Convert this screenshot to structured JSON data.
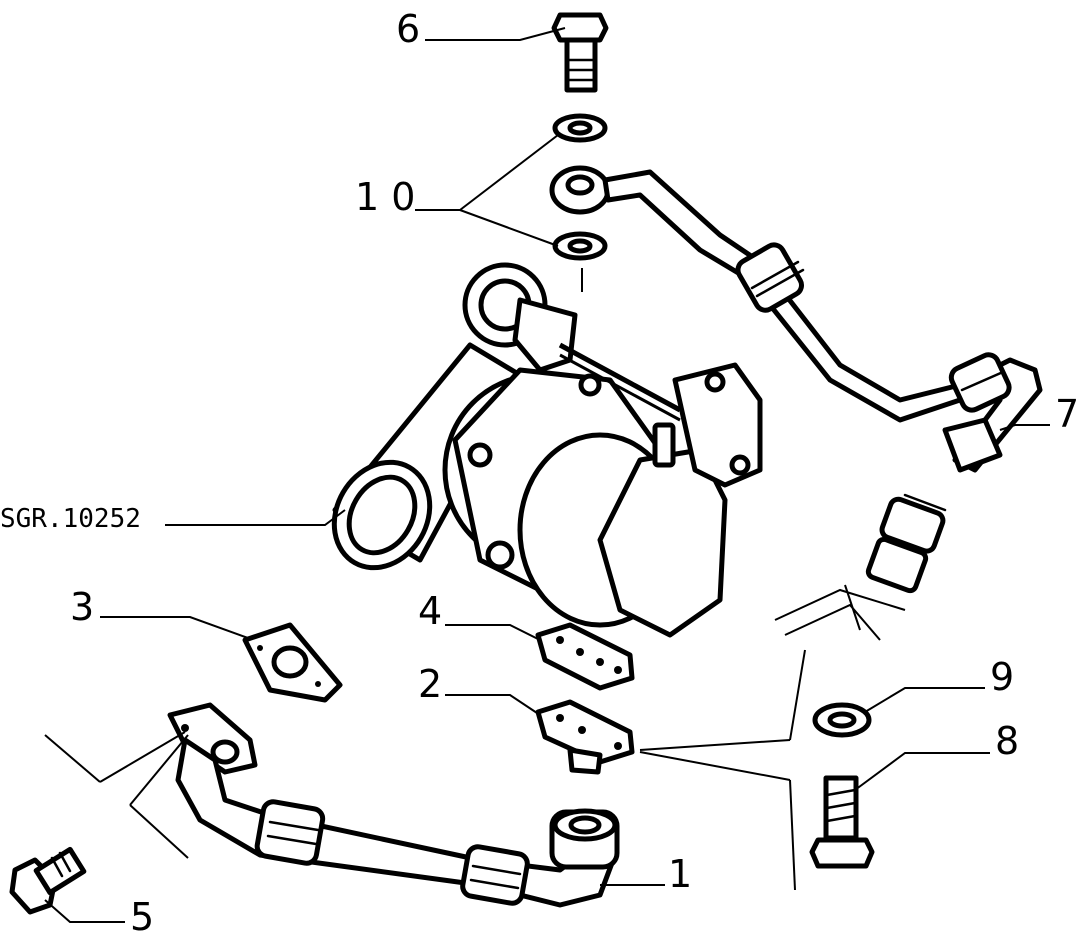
{
  "drawing_code": "SGR.10252",
  "callouts": [
    {
      "id": "1",
      "text": "1"
    },
    {
      "id": "2",
      "text": "2"
    },
    {
      "id": "3",
      "text": "3"
    },
    {
      "id": "4",
      "text": "4"
    },
    {
      "id": "5",
      "text": "5"
    },
    {
      "id": "6",
      "text": "6"
    },
    {
      "id": "7",
      "text": "7"
    },
    {
      "id": "8",
      "text": "8"
    },
    {
      "id": "9",
      "text": "9"
    },
    {
      "id": "10",
      "text": "1 0"
    }
  ],
  "parts": [
    "oil-return-pipe",
    "outlet-gasket",
    "inlet-gasket",
    "upper-gasket",
    "bolt",
    "banjo-bolt",
    "oil-feed-pipe",
    "drain-bolt",
    "washer",
    "sealing-washers",
    "turbocharger"
  ]
}
